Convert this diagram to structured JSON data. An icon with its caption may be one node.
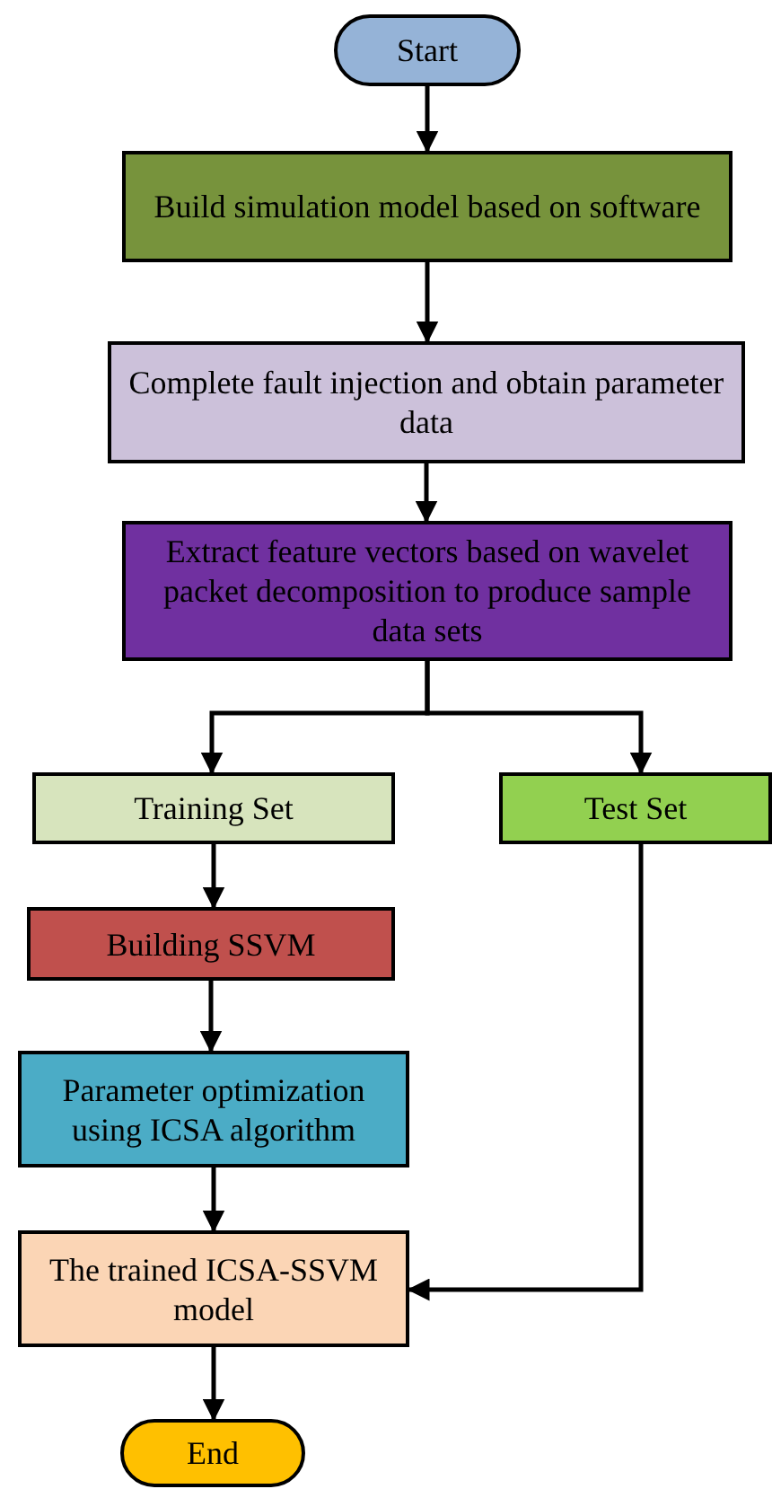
{
  "diagram": {
    "nodes": [
      {
        "text": [
          "Start"
        ]
      },
      {
        "text": [
          "Build simulation model based on software"
        ]
      },
      {
        "text": [
          "Complete fault injection and obtain parameter data"
        ]
      },
      {
        "text": [
          "Extract feature vectors based on wavelet packet decomposition to produce sample data sets"
        ]
      },
      {
        "text": [
          "Training Set"
        ]
      },
      {
        "text": [
          "Test Set"
        ]
      },
      {
        "text": [
          "Building SSVM"
        ]
      },
      {
        "text": [
          "Parameter optimization using ICSA algorithm"
        ]
      },
      {
        "text": [
          "The trained ICSA-SSVM model"
        ]
      },
      {
        "text": [
          "End"
        ]
      }
    ],
    "edges": [
      {
        "from": 0,
        "to": 1,
        "arrow": "to"
      },
      {
        "from": 1,
        "to": 2,
        "arrow": "to"
      },
      {
        "from": 2,
        "to": 3,
        "arrow": "to"
      },
      {
        "from": 3,
        "to": 4,
        "arrow": "to"
      },
      {
        "from": 3,
        "to": 5,
        "arrow": "to"
      },
      {
        "from": 4,
        "to": 6,
        "arrow": "to"
      },
      {
        "from": 6,
        "to": 7,
        "arrow": "to"
      },
      {
        "from": 7,
        "to": 8,
        "arrow": "to"
      },
      {
        "from": 5,
        "to": 8,
        "arrow": "to"
      },
      {
        "from": 8,
        "to": 9,
        "arrow": "to"
      }
    ]
  }
}
